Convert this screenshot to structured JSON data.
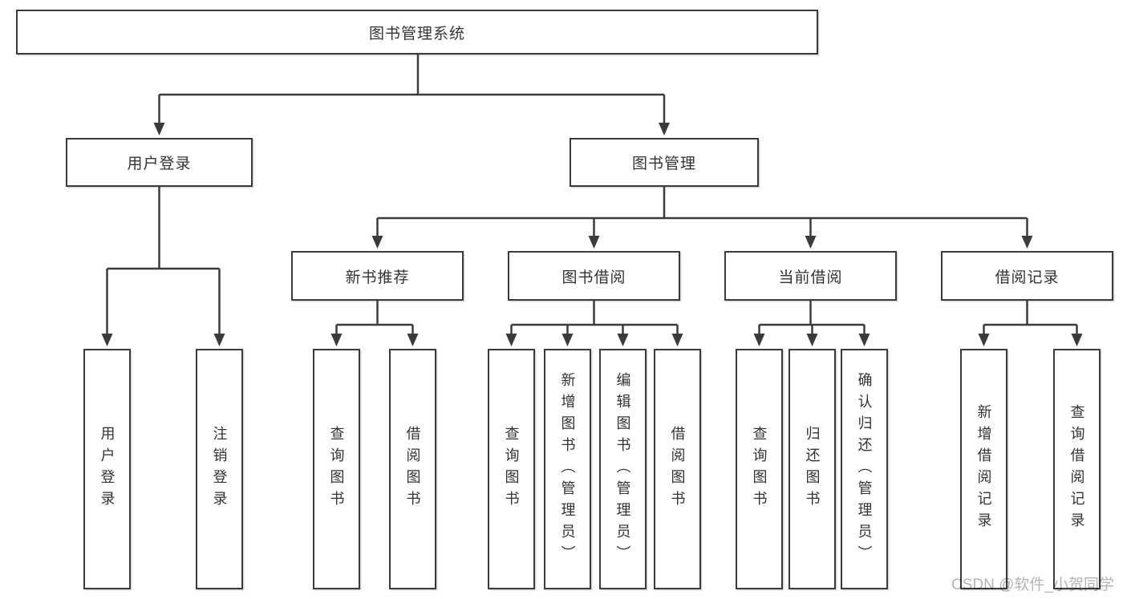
{
  "diagram": {
    "root": {
      "label": "图书管理系统"
    },
    "level2": [
      {
        "label": "用户登录"
      },
      {
        "label": "图书管理"
      }
    ],
    "user_login_children": [
      {
        "label": "用户登录"
      },
      {
        "label": "注销登录"
      }
    ],
    "sections": [
      {
        "label": "新书推荐",
        "children": [
          {
            "label": "查询图书"
          },
          {
            "label": "借阅图书"
          }
        ]
      },
      {
        "label": "图书借阅",
        "children": [
          {
            "label": "查询图书"
          },
          {
            "label": "新增图书（管理员）"
          },
          {
            "label": "编辑图书（管理员）"
          },
          {
            "label": "借阅图书"
          }
        ]
      },
      {
        "label": "当前借阅",
        "children": [
          {
            "label": "查询图书"
          },
          {
            "label": "归还图书"
          },
          {
            "label": "确认归还（管理员）"
          }
        ]
      },
      {
        "label": "借阅记录",
        "children": [
          {
            "label": "新增借阅记录"
          },
          {
            "label": "查询借阅记录"
          }
        ]
      }
    ]
  },
  "watermark": {
    "text": "CSDN @软件_小贺同学"
  },
  "colors": {
    "line": "#3b3b3b",
    "box_border": "#3b3b3b",
    "text": "#333333",
    "watermark": "#bdbdbd",
    "background": "#ffffff"
  }
}
